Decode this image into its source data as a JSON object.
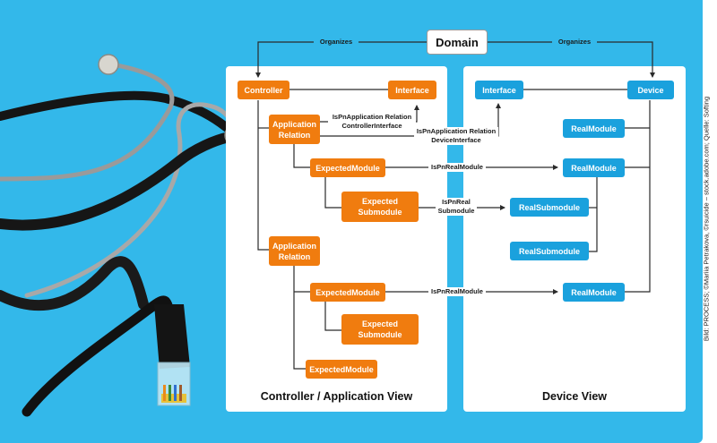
{
  "diagram": {
    "domain": "Domain",
    "organizes_left": "Organizes",
    "organizes_right": "Organizes",
    "controller_view": {
      "title": "Controller / Application View",
      "controller": "Controller",
      "interface": "Interface",
      "application_relation_1": "Application\nRelation",
      "expected_module_1": "ExpectedModule",
      "expected_submodule_1": "Expected\nSubmodule",
      "application_relation_2": "Application\nRelation",
      "expected_module_2": "ExpectedModule",
      "expected_submodule_2": "Expected\nSubmodule",
      "expected_module_3": "ExpectedModule"
    },
    "device_view": {
      "title": "Device View",
      "interface": "Interface",
      "device": "Device",
      "real_module_1": "RealModule",
      "real_module_2": "RealModule",
      "real_submodule_1": "RealSubmodule",
      "real_submodule_2": "RealSubmodule",
      "real_module_3": "RealModule"
    },
    "relations": {
      "controller_interface": "IsPnApplication Relation\nControllerInterface",
      "device_interface": "IsPnApplication Relation\nDeviceInterface",
      "real_module_1": "IsPnRealModule",
      "real_submodule": "IsPnReal\nSubmodule",
      "real_module_2": "IsPnRealModule"
    }
  },
  "credit": "Bild: PROCESS; ©Mariia Petrakova, ©rsuicide – stock.adobe.com; Quelle: Softing",
  "colors": {
    "background": "#33b8ea",
    "orange": "#f07c0f",
    "blue": "#1aa1dd",
    "line": "#2a2a2a"
  },
  "decor": [
    "stethoscope-illustration",
    "ethernet-cable-illustration"
  ]
}
